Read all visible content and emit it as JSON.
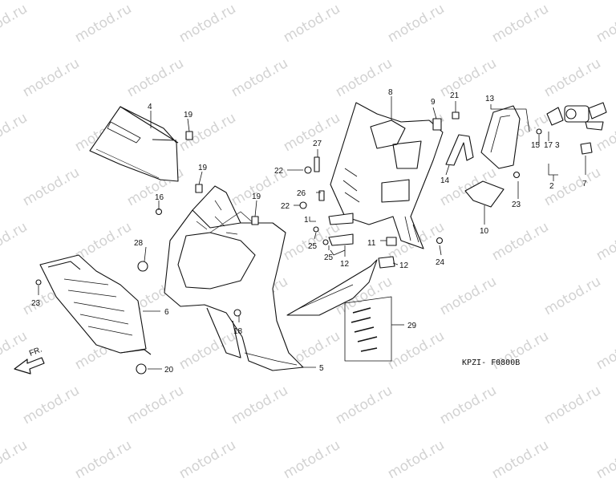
{
  "diagram": {
    "code": "KPZI- F0800B",
    "direction_label": "FR.",
    "watermark": "motod.ru",
    "parts": {
      "p1": "1",
      "p2": "2",
      "p3": "3",
      "p4": "4",
      "p5": "5",
      "p6": "6",
      "p7": "7",
      "p8": "8",
      "p9": "9",
      "p10": "10",
      "p11": "11",
      "p12a": "12",
      "p12b": "12",
      "p13": "13",
      "p14": "14",
      "p15": "15",
      "p16": "16",
      "p17": "17",
      "p18": "18",
      "p19a": "19",
      "p19b": "19",
      "p19c": "19",
      "p20": "20",
      "p21": "21",
      "p22a": "22",
      "p22b": "22",
      "p23a": "23",
      "p23b": "23",
      "p24": "24",
      "p25a": "25",
      "p25b": "25",
      "p26": "26",
      "p27": "27",
      "p28": "28",
      "p29": "29"
    },
    "colors": {
      "ink": "#111111",
      "watermark": "#d2d2d2",
      "background": "#ffffff"
    }
  }
}
